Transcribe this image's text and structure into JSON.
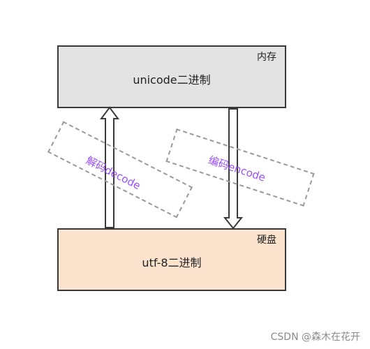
{
  "memory": {
    "corner_label": "内存",
    "content": "unicode二进制"
  },
  "disk": {
    "corner_label": "硬盘",
    "content": "utf-8二进制"
  },
  "processes": {
    "decode": "解码decode",
    "encode": "编码encode"
  },
  "watermark": "CSDN @森木在花开"
}
